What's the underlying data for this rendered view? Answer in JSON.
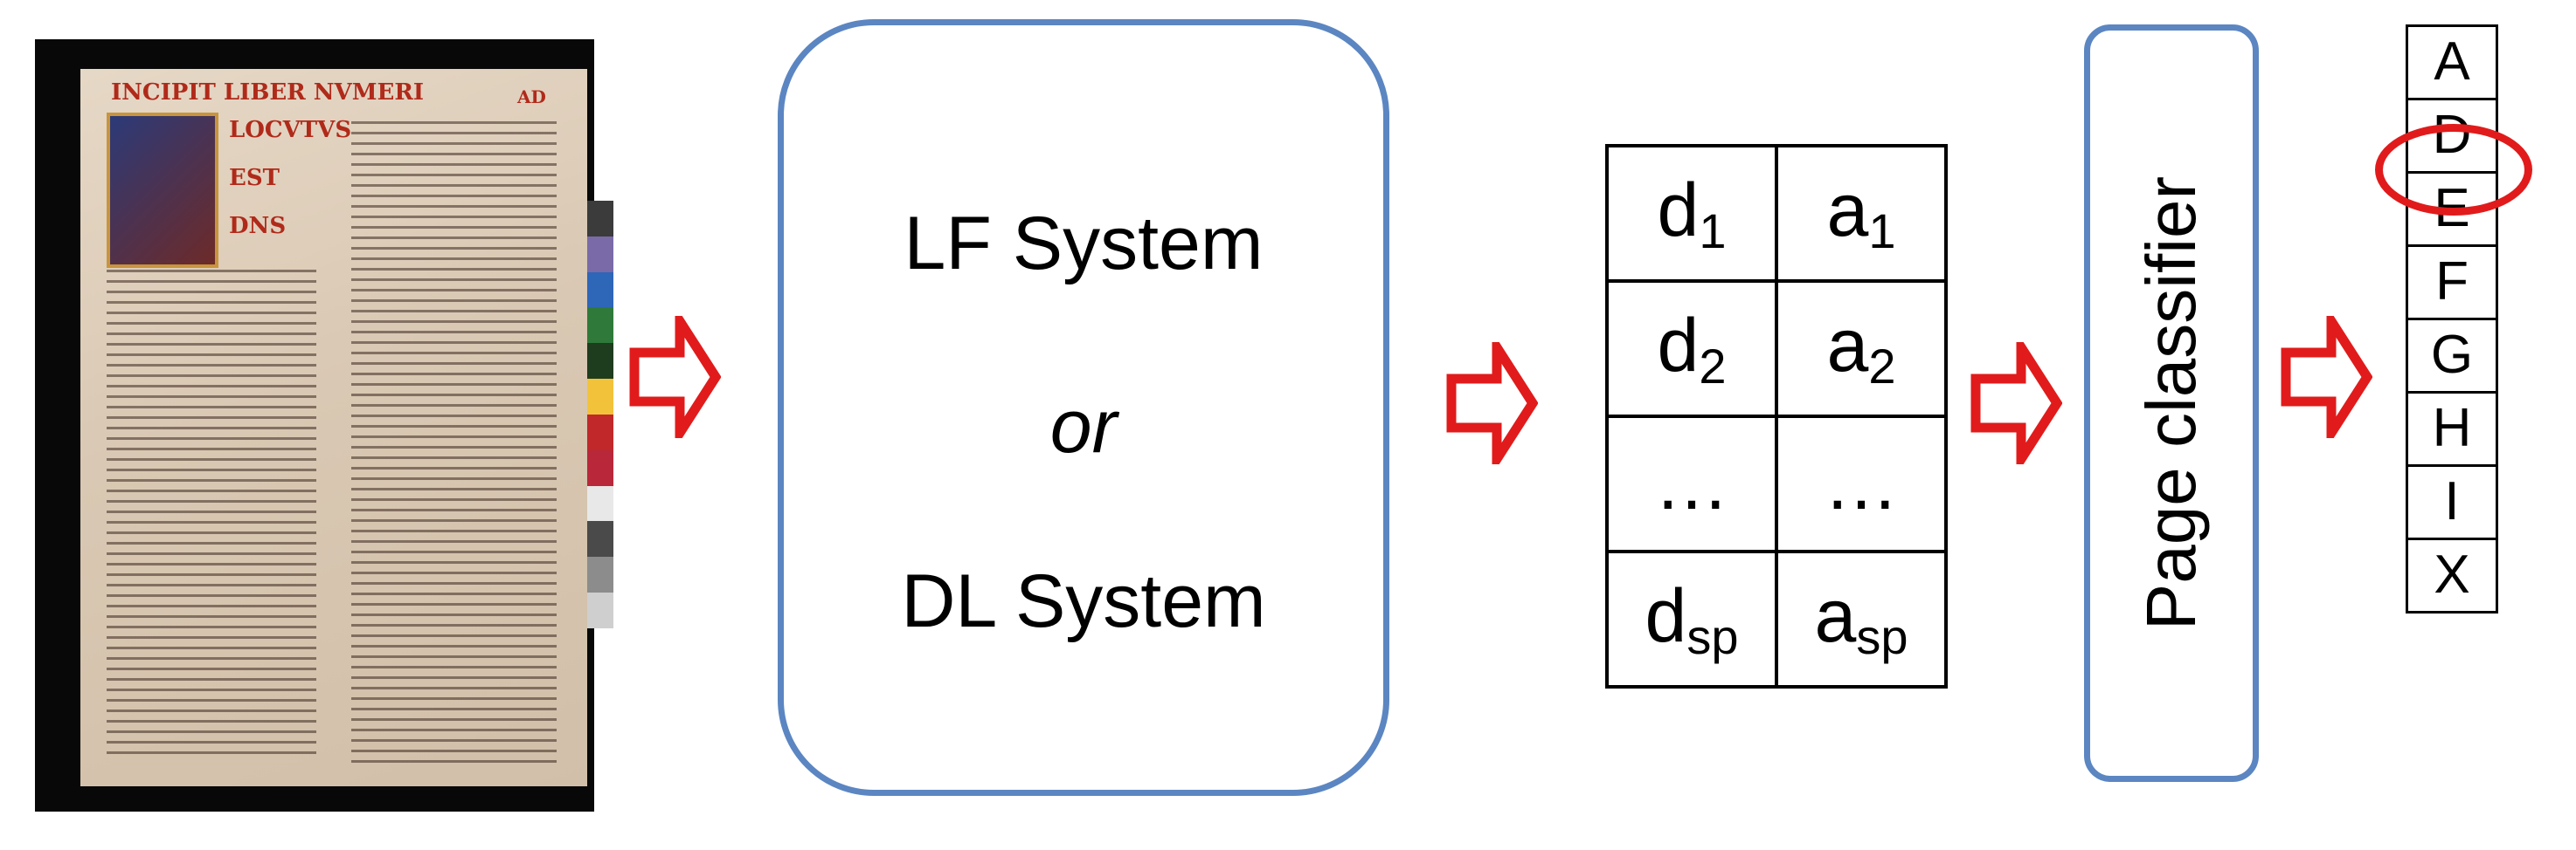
{
  "manuscript": {
    "rubrics": [
      "INCIPIT LIBER NVMERI",
      "LOCVTVS",
      "EST",
      "DNS",
      "AD"
    ],
    "color_strip": [
      "#3b3b3b",
      "#7a6aa8",
      "#2e66b8",
      "#2f7a3a",
      "#1e3c1e",
      "#f2c33a",
      "#c0282a",
      "#b8283a",
      "#e8e8e8",
      "#4a4a4a",
      "#8c8c8c",
      "#cfcfcf"
    ]
  },
  "system": {
    "line1": "LF System",
    "line2": "or",
    "line3": "DL System"
  },
  "table": {
    "rows": [
      {
        "d": "d",
        "d_sub": "1",
        "a": "a",
        "a_sub": "1"
      },
      {
        "d": "d",
        "d_sub": "2",
        "a": "a",
        "a_sub": "2"
      },
      {
        "d": "…",
        "d_sub": "",
        "a": "…",
        "a_sub": ""
      },
      {
        "d": "d",
        "d_sub": "sp",
        "a": "a",
        "a_sub": "sp"
      }
    ]
  },
  "classifier": {
    "label": "Page classifier"
  },
  "classes": [
    "A",
    "D",
    "E",
    "F",
    "G",
    "H",
    "I",
    "X"
  ],
  "selected_class": "D",
  "colors": {
    "arrow": "#e11b1b",
    "box_border": "#5b86c2",
    "highlight": "#e11b1b"
  }
}
